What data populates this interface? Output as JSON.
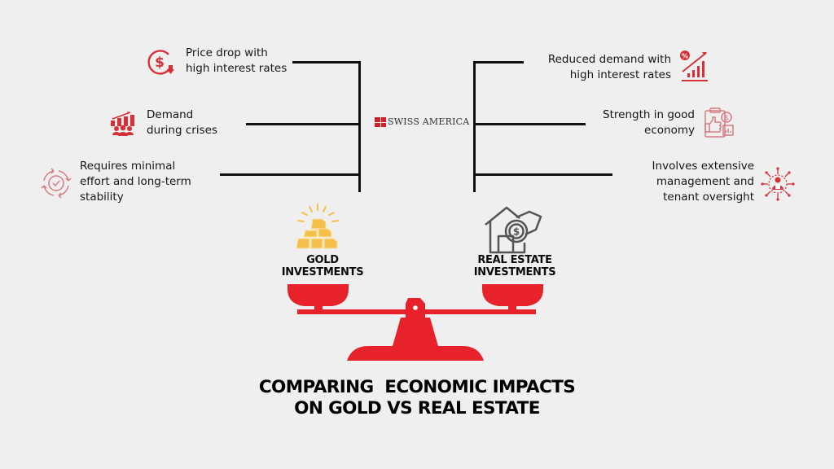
{
  "brand": {
    "logo_text": "SWISS AMERICA",
    "logo_color": "#d0202a"
  },
  "colors": {
    "accent_red": "#e8222a",
    "icon_red": "#d63038",
    "gold": "#f5c04a",
    "line": "#111111",
    "background": "#efefef"
  },
  "gold_side": {
    "label_line1": "GOLD",
    "label_line2": "INVESTMENTS",
    "icon": "gold-bars-icon",
    "items": [
      {
        "icon": "dollar-down-icon",
        "line1": "Price drop with",
        "line2": "high interest rates",
        "line3": ""
      },
      {
        "icon": "crowd-demand-chart-icon",
        "line1": "Demand",
        "line2": "during crises",
        "line3": ""
      },
      {
        "icon": "cycle-check-icon",
        "line1": "Requires minimal",
        "line2": "effort and long-term",
        "line3": "stability"
      }
    ]
  },
  "real_estate_side": {
    "label_line1": "REAL ESTATE",
    "label_line2": "INVESTMENTS",
    "icon": "house-hand-coin-icon",
    "items": [
      {
        "icon": "percent-growth-chart-icon",
        "line1": "Reduced demand with",
        "line2": "high interest rates",
        "line3": ""
      },
      {
        "icon": "thumbs-up-finance-icon",
        "line1": "Strength in good",
        "line2": "economy",
        "line3": ""
      },
      {
        "icon": "tenant-management-network-icon",
        "line1": "Involves extensive",
        "line2": "management and",
        "line3": "tenant oversight"
      }
    ]
  },
  "scale_icon": "balance-scale-icon",
  "title": {
    "line1": "COMPARING  ECONOMIC IMPACTS",
    "line2": "ON GOLD VS REAL ESTATE"
  }
}
